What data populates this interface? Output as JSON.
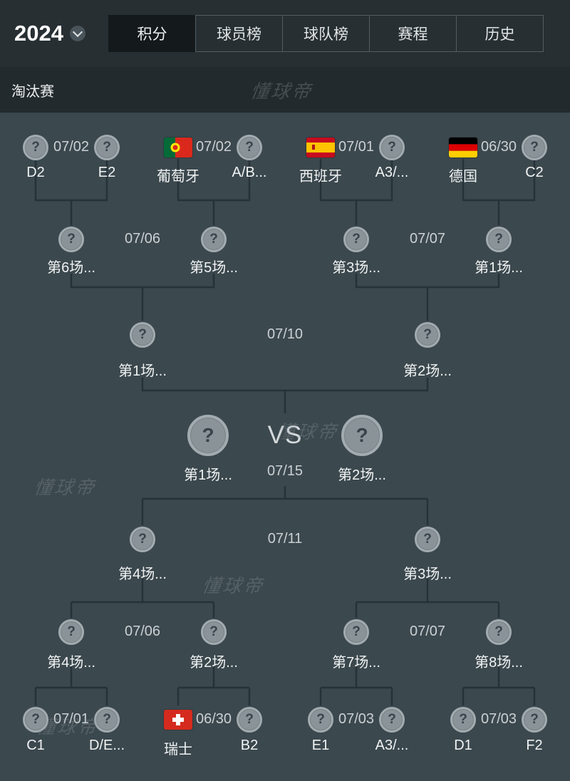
{
  "header": {
    "season": "2024",
    "tabs": [
      {
        "label": "积分",
        "active": true
      },
      {
        "label": "球员榜",
        "active": false
      },
      {
        "label": "球队榜",
        "active": false
      },
      {
        "label": "赛程",
        "active": false
      },
      {
        "label": "历史",
        "active": false
      }
    ]
  },
  "section": {
    "title": "淘汰赛"
  },
  "watermark": "懂球帝",
  "bracket": {
    "question_mark": "?",
    "vs_label": "VS",
    "r16_top": [
      {
        "date": "07/02",
        "a": {
          "label": "D2",
          "icon": "question"
        },
        "b": {
          "label": "E2",
          "icon": "question"
        }
      },
      {
        "date": "07/02",
        "a": {
          "label": "葡萄牙",
          "icon": "portugal-flag"
        },
        "b": {
          "label": "A/B...",
          "icon": "question"
        }
      },
      {
        "date": "07/01",
        "a": {
          "label": "西班牙",
          "icon": "spain-flag"
        },
        "b": {
          "label": "A3/...",
          "icon": "question"
        }
      },
      {
        "date": "06/30",
        "a": {
          "label": "德国",
          "icon": "germany-flag"
        },
        "b": {
          "label": "C2",
          "icon": "question"
        }
      }
    ],
    "qf_top": [
      {
        "date": "07/06",
        "a": {
          "label": "第6场..."
        },
        "b": {
          "label": "第5场..."
        }
      },
      {
        "date": "07/07",
        "a": {
          "label": "第3场..."
        },
        "b": {
          "label": "第1场..."
        }
      }
    ],
    "sf_top": {
      "date": "07/10",
      "a": {
        "label": "第1场..."
      },
      "b": {
        "label": "第2场..."
      }
    },
    "final": {
      "date": "07/15",
      "a": {
        "label": "第1场..."
      },
      "b": {
        "label": "第2场..."
      }
    },
    "sf_bottom": {
      "date": "07/11",
      "a": {
        "label": "第4场..."
      },
      "b": {
        "label": "第3场..."
      }
    },
    "qf_bottom": [
      {
        "date": "07/06",
        "a": {
          "label": "第4场..."
        },
        "b": {
          "label": "第2场..."
        }
      },
      {
        "date": "07/07",
        "a": {
          "label": "第7场..."
        },
        "b": {
          "label": "第8场..."
        }
      }
    ],
    "r16_bottom": [
      {
        "date": "07/01",
        "a": {
          "label": "C1",
          "icon": "question"
        },
        "b": {
          "label": "D/E...",
          "icon": "question"
        }
      },
      {
        "date": "06/30",
        "a": {
          "label": "瑞士",
          "icon": "switzerland-flag"
        },
        "b": {
          "label": "B2",
          "icon": "question"
        }
      },
      {
        "date": "07/03",
        "a": {
          "label": "E1",
          "icon": "question"
        },
        "b": {
          "label": "A3/...",
          "icon": "question"
        }
      },
      {
        "date": "07/03",
        "a": {
          "label": "D1",
          "icon": "question"
        },
        "b": {
          "label": "F2",
          "icon": "question"
        }
      }
    ]
  },
  "colors": {
    "top_bar_background": "#272f33",
    "section_bar_background": "#232a2e",
    "panel_background": "#3b484e",
    "connector_line": "#263239",
    "active_tab_background": "#14191c"
  }
}
